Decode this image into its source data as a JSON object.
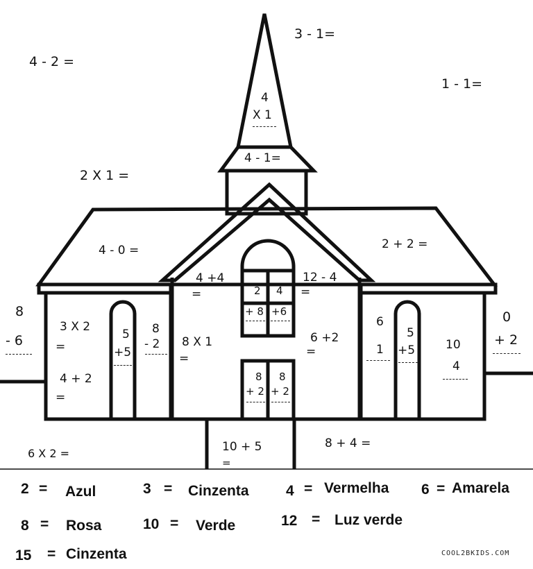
{
  "problems": {
    "p_4m2": "4 - 2 =",
    "p_3m1": "3 - 1=",
    "p_1m1": "1  - 1=",
    "p_spire_a": "4",
    "p_spire_b": "X 1",
    "p_tower": "4 - 1=",
    "p_2x1": "2 X 1 =",
    "p_4m0": "4 - 0 =",
    "p_2p2": "2  + 2 =",
    "p_4p4_a": "4 +4",
    "p_4p4_b": "=",
    "p_12m4_a": "12 - 4",
    "p_12m4_b": "=",
    "p_win_a": "2",
    "p_win_b": "4",
    "p_win_c": "+ 8",
    "p_win_d": "+6",
    "p_8m6_a": "8",
    "p_8m6_b": "- 6",
    "p_3x2_a": "3 X 2",
    "p_3x2_b": "=",
    "p_4p2_a": "4  +  2",
    "p_4p2_b": "=",
    "p_5p5l_a": "5",
    "p_5p5l_b": "+5",
    "p_8m2_a": "8",
    "p_8m2_b": "- 2",
    "p_8x1_a": "8 X 1",
    "p_8x1_b": "=",
    "p_6p2_a": "6 +2",
    "p_6p2_b": "=",
    "p_6p1_a": "6",
    "p_6p1_b": "1",
    "p_5p5r_a": "5",
    "p_5p5r_b": "+5",
    "p_10m4_a": "10",
    "p_10m4_b": "4",
    "p_0p2_a": "0",
    "p_0p2_b": "+ 2",
    "p_door_a": "8",
    "p_door_b": "8",
    "p_door_c": "+ 2",
    "p_door_d": "+ 2",
    "p_6x2": "6  X  2 =",
    "p_10p5_a": "10 +  5",
    "p_10p5_b": "=",
    "p_8p4": "8  +  4  ="
  },
  "legend": [
    {
      "num": "2",
      "eq": "=",
      "color": "Azul"
    },
    {
      "num": "3",
      "eq": "=",
      "color": "Cinzenta"
    },
    {
      "num": "4",
      "eq": "=",
      "color": "Vermelha"
    },
    {
      "num": "6",
      "eq": "=",
      "color": "Amarela"
    },
    {
      "num": "8",
      "eq": "=",
      "color": "Rosa"
    },
    {
      "num": "10",
      "eq": "=",
      "color": "Verde"
    },
    {
      "num": "12",
      "eq": "=",
      "color": "Luz verde"
    },
    {
      "num": "15",
      "eq": "=",
      "color": "Cinzenta"
    }
  ],
  "credit": "COOL2BKIDS.COM"
}
